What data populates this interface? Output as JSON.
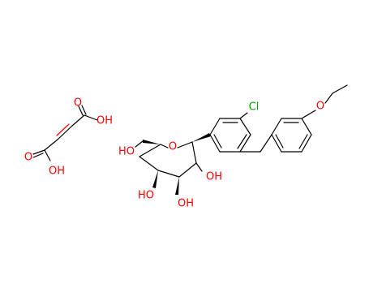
{
  "molecule": {
    "atoms": {
      "fumaric_oh_top": "OH",
      "fumaric_o_top": "O",
      "fumaric_o_bottom": "O",
      "fumaric_oh_bottom": "OH",
      "ring_oxygen": "O",
      "chlorine": "Cl",
      "ether_oxygen": "O",
      "hydroxymethyl_oh": "HO",
      "oh_left": "HO",
      "oh_right": "OH",
      "oh_bottom": "OH"
    },
    "colors": {
      "bond": "#000000",
      "oxygen": "#ff0000",
      "chlorine": "#00a000"
    }
  }
}
